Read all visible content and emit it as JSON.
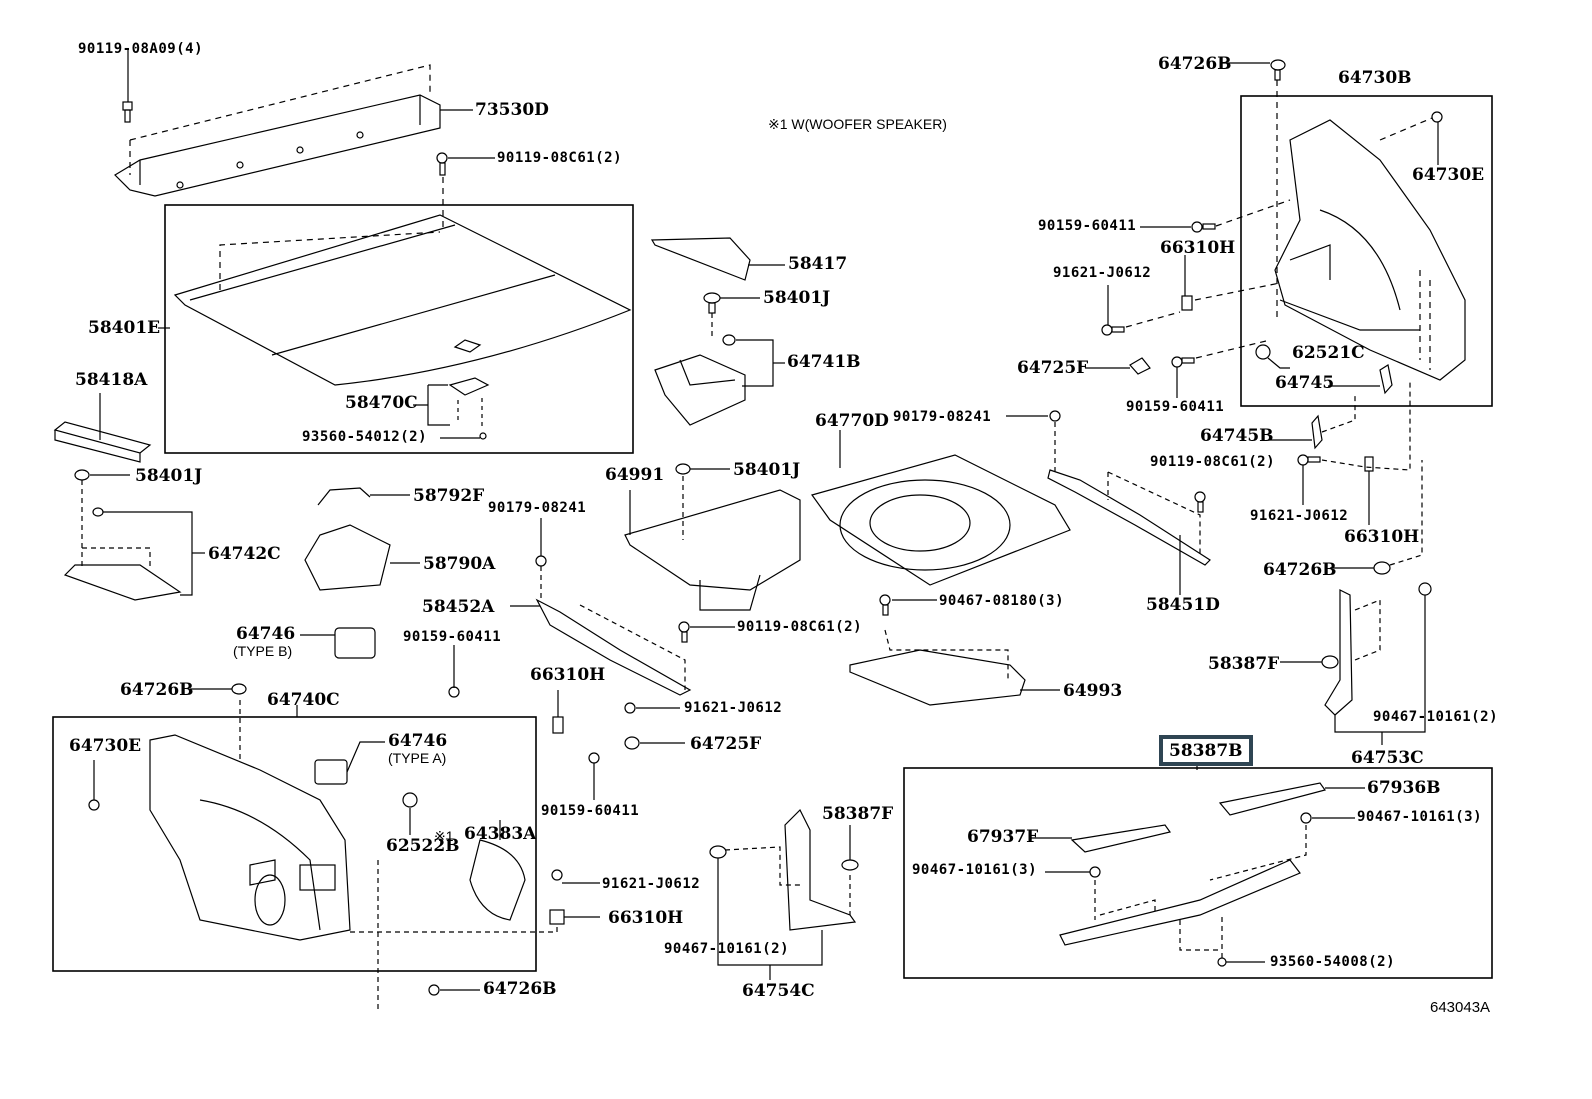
{
  "diagram": {
    "note": "※1 W(WOOFER SPEAKER)",
    "diagram_id": "643043A",
    "highlighted_part": "58387B",
    "highlight_color": "#2f4553",
    "labels": [
      {
        "id": "p90119-08A09",
        "text": "90119-08A09(4)"
      },
      {
        "id": "p73530D",
        "text": "73530D"
      },
      {
        "id": "p90119-08C61-a",
        "text": "90119-08C61(2)"
      },
      {
        "id": "p58401E",
        "text": "58401E"
      },
      {
        "id": "p58418A",
        "text": "58418A"
      },
      {
        "id": "p58470C",
        "text": "58470C"
      },
      {
        "id": "p93560-54012",
        "text": "93560-54012(2)"
      },
      {
        "id": "p58417",
        "text": "58417"
      },
      {
        "id": "p58401J-a",
        "text": "58401J"
      },
      {
        "id": "p64741B",
        "text": "64741B"
      },
      {
        "id": "p64726B-a",
        "text": "64726B"
      },
      {
        "id": "p64730B",
        "text": "64730B"
      },
      {
        "id": "p64730E-a",
        "text": "64730E"
      },
      {
        "id": "p90159-60411-a",
        "text": "90159-60411"
      },
      {
        "id": "p66310H-a",
        "text": "66310H"
      },
      {
        "id": "p91621-J0612-a",
        "text": "91621-J0612"
      },
      {
        "id": "p64725F-a",
        "text": "64725F"
      },
      {
        "id": "p62521C",
        "text": "62521C"
      },
      {
        "id": "p64745",
        "text": "64745"
      },
      {
        "id": "p90159-60411-b",
        "text": "90159-60411"
      },
      {
        "id": "p64770D",
        "text": "64770D"
      },
      {
        "id": "p90179-08241-a",
        "text": "90179-08241"
      },
      {
        "id": "p64745B",
        "text": "64745B"
      },
      {
        "id": "p90119-08C61-b",
        "text": "90119-08C61(2)"
      },
      {
        "id": "p91621-J0612-b",
        "text": "91621-J0612"
      },
      {
        "id": "p66310H-b",
        "text": "66310H"
      },
      {
        "id": "p58401J-b",
        "text": "58401J"
      },
      {
        "id": "p64742C",
        "text": "64742C"
      },
      {
        "id": "p58792F",
        "text": "58792F"
      },
      {
        "id": "p58790A",
        "text": "58790A"
      },
      {
        "id": "p64991",
        "text": "64991"
      },
      {
        "id": "p58401J-c",
        "text": "58401J"
      },
      {
        "id": "p90179-08241-b",
        "text": "90179-08241"
      },
      {
        "id": "p58451D",
        "text": "58451D"
      },
      {
        "id": "p64726B-b",
        "text": "64726B"
      },
      {
        "id": "p58452A",
        "text": "58452A"
      },
      {
        "id": "p90119-08C61-c",
        "text": "90119-08C61(2)"
      },
      {
        "id": "p90467-08180",
        "text": "90467-08180(3)"
      },
      {
        "id": "p64746-b",
        "text": "64746"
      },
      {
        "id": "p64746-b-type",
        "text": "(TYPE B)"
      },
      {
        "id": "p90159-60411-c",
        "text": "90159-60411"
      },
      {
        "id": "p58387F-a",
        "text": "58387F"
      },
      {
        "id": "p64726B-c",
        "text": "64726B"
      },
      {
        "id": "p64740C",
        "text": "64740C"
      },
      {
        "id": "p66310H-c",
        "text": "66310H"
      },
      {
        "id": "p91621-J0612-c",
        "text": "91621-J0612"
      },
      {
        "id": "p64993",
        "text": "64993"
      },
      {
        "id": "p90467-10161-a",
        "text": "90467-10161(2)"
      },
      {
        "id": "p64753C",
        "text": "64753C"
      },
      {
        "id": "p64730E-b",
        "text": "64730E"
      },
      {
        "id": "p64746-a",
        "text": "64746"
      },
      {
        "id": "p64746-a-type",
        "text": "(TYPE A)"
      },
      {
        "id": "p64725F-b",
        "text": "64725F"
      },
      {
        "id": "p58387B",
        "text": "58387B"
      },
      {
        "id": "p67936B",
        "text": "67936B"
      },
      {
        "id": "p90159-60411-d",
        "text": "90159-60411"
      },
      {
        "id": "p58387F-b",
        "text": "58387F"
      },
      {
        "id": "p67937F",
        "text": "67937F"
      },
      {
        "id": "p90467-10161-b",
        "text": "90467-10161(3)"
      },
      {
        "id": "p62522B",
        "text": "62522B"
      },
      {
        "id": "p64383A-mark",
        "text": "※1"
      },
      {
        "id": "p64383A",
        "text": "64383A"
      },
      {
        "id": "p90467-10161-c",
        "text": "90467-10161(3)"
      },
      {
        "id": "p91621-J0612-d",
        "text": "91621-J0612"
      },
      {
        "id": "p66310H-d",
        "text": "66310H"
      },
      {
        "id": "p90467-10161-d",
        "text": "90467-10161(2)"
      },
      {
        "id": "p93560-54008",
        "text": "93560-54008(2)"
      },
      {
        "id": "p64754C",
        "text": "64754C"
      },
      {
        "id": "p64726B-d",
        "text": "64726B"
      }
    ]
  }
}
